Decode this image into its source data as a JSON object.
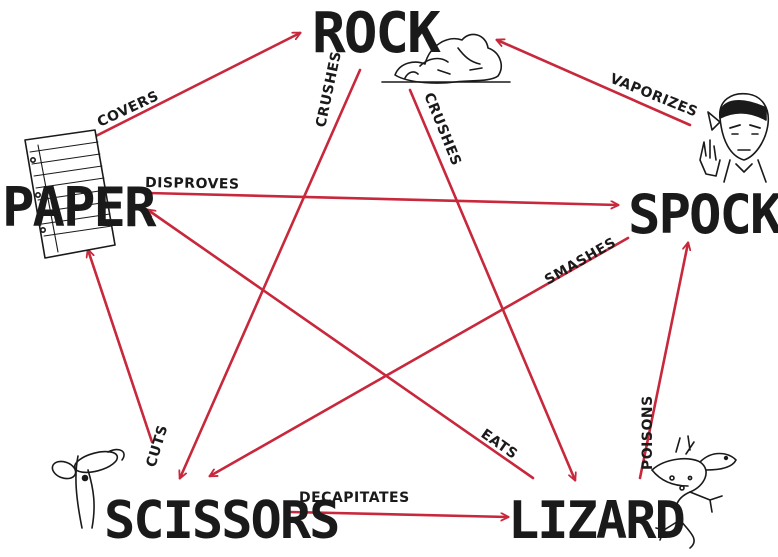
{
  "colors": {
    "arrow": "#c8283c",
    "ink": "#1a1a1a",
    "background": "#ffffff"
  },
  "nodes": {
    "rock": "ROCK",
    "paper": "PAPER",
    "spock": "SPOCK",
    "scissors": "SCISSORS",
    "lizard": "LIZARD"
  },
  "edges": [
    {
      "from": "paper",
      "to": "rock",
      "label": "COVERS"
    },
    {
      "from": "rock",
      "to": "scissors",
      "label": "CRUSHES"
    },
    {
      "from": "rock",
      "to": "lizard",
      "label": "CRUSHES"
    },
    {
      "from": "spock",
      "to": "rock",
      "label": "VAPORIZES"
    },
    {
      "from": "paper",
      "to": "spock",
      "label": "DISPROVES"
    },
    {
      "from": "spock",
      "to": "scissors",
      "label": "SMASHES"
    },
    {
      "from": "scissors",
      "to": "paper",
      "label": "CUTS"
    },
    {
      "from": "lizard",
      "to": "paper",
      "label": "EATS"
    },
    {
      "from": "scissors",
      "to": "lizard",
      "label": "DECAPITATES"
    },
    {
      "from": "lizard",
      "to": "spock",
      "label": "POISONS"
    }
  ],
  "icons": {
    "rock": "rock-sketch-icon",
    "paper": "notebook-paper-icon",
    "spock": "spock-face-icon",
    "scissors": "scissors-icon",
    "lizard": "lizard-icon"
  }
}
